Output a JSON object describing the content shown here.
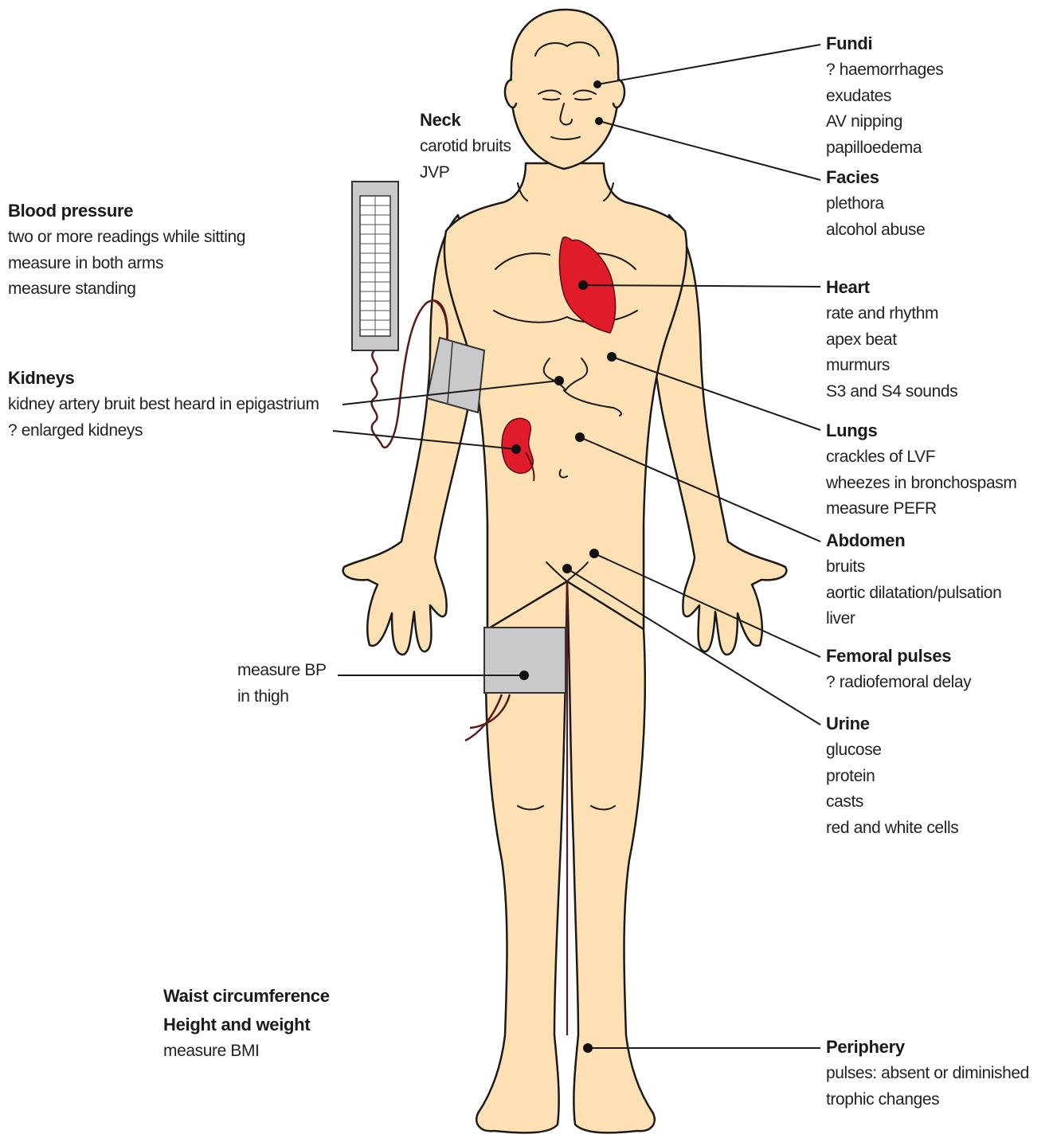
{
  "colors": {
    "skin": "#fde0b4",
    "outline": "#1a1a1a",
    "organ_red": "#e01b2a",
    "cuff_grey": "#c9c9cb",
    "tube": "#5a1a1a",
    "text": "#1a1a1a"
  },
  "labels": {
    "neck": {
      "heading": "Neck",
      "items": [
        "carotid bruits",
        "JVP"
      ]
    },
    "bp": {
      "heading": "Blood pressure",
      "items": [
        "two or more readings while sitting",
        "measure in both arms",
        "measure standing"
      ]
    },
    "kidneys": {
      "heading": "Kidneys",
      "items": [
        "kidney artery bruit best heard in epigastrium",
        "? enlarged kidneys"
      ]
    },
    "thigh": {
      "heading": "",
      "items": [
        "measure BP",
        "in thigh"
      ]
    },
    "waist": {
      "heading": "Waist circumference",
      "items": []
    },
    "height": {
      "heading": "Height and weight",
      "items": [
        "measure BMI"
      ]
    },
    "fundi": {
      "heading": "Fundi",
      "items": [
        "? haemorrhages",
        "exudates",
        "AV nipping",
        "papilloedema"
      ]
    },
    "facies": {
      "heading": "Facies",
      "items": [
        "plethora",
        "alcohol abuse"
      ]
    },
    "heart": {
      "heading": "Heart",
      "items": [
        "rate and rhythm",
        "apex beat",
        "murmurs",
        "S3 and S4 sounds"
      ]
    },
    "lungs": {
      "heading": "Lungs",
      "items": [
        "crackles of LVF",
        "wheezes in bronchospasm",
        "measure PEFR"
      ]
    },
    "abdomen": {
      "heading": "Abdomen",
      "items": [
        "bruits",
        "aortic dilatation/pulsation",
        "liver"
      ]
    },
    "femoral": {
      "heading": "Femoral pulses",
      "items": [
        "? radiofemoral delay"
      ]
    },
    "urine": {
      "heading": "Urine",
      "items": [
        "glucose",
        "protein",
        "casts",
        "red and white cells"
      ]
    },
    "periphery": {
      "heading": "Periphery",
      "items": [
        "pulses: absent or diminished",
        "trophic changes"
      ]
    }
  }
}
